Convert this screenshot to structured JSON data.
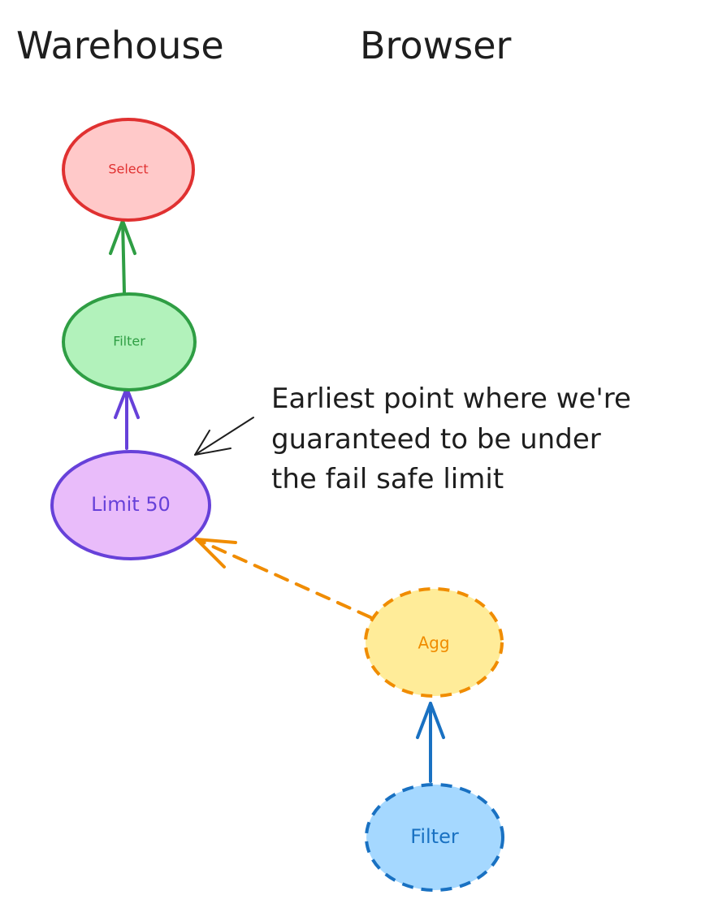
{
  "headings": {
    "left": "Warehouse",
    "right": "Browser"
  },
  "annotation": {
    "line1": "Earliest point where we're",
    "line2": "guaranteed to be under",
    "line3": "the fail safe limit"
  },
  "nodes": {
    "select": {
      "label": "Select",
      "stroke": "#e03131",
      "fill": "#ffc9c9"
    },
    "filter_top": {
      "label": "Filter",
      "stroke": "#2f9e44",
      "fill": "#b2f2bb"
    },
    "limit": {
      "label": "Limit 50",
      "stroke": "#6741d9",
      "fill": "#e9bcfa"
    },
    "agg": {
      "label": "Agg",
      "stroke": "#f08c00",
      "fill": "#ffec99"
    },
    "filter_bottom": {
      "label": "Filter",
      "stroke": "#1971c2",
      "fill": "#a5d8ff"
    }
  },
  "edges": [
    {
      "from": "filter_top",
      "to": "select",
      "color": "#2f9e44",
      "style": "solid"
    },
    {
      "from": "limit",
      "to": "filter_top",
      "color": "#6741d9",
      "style": "solid"
    },
    {
      "from": "agg",
      "to": "limit",
      "color": "#f08c00",
      "style": "dashed"
    },
    {
      "from": "filter_bottom",
      "to": "agg",
      "color": "#1971c2",
      "style": "solid"
    }
  ]
}
